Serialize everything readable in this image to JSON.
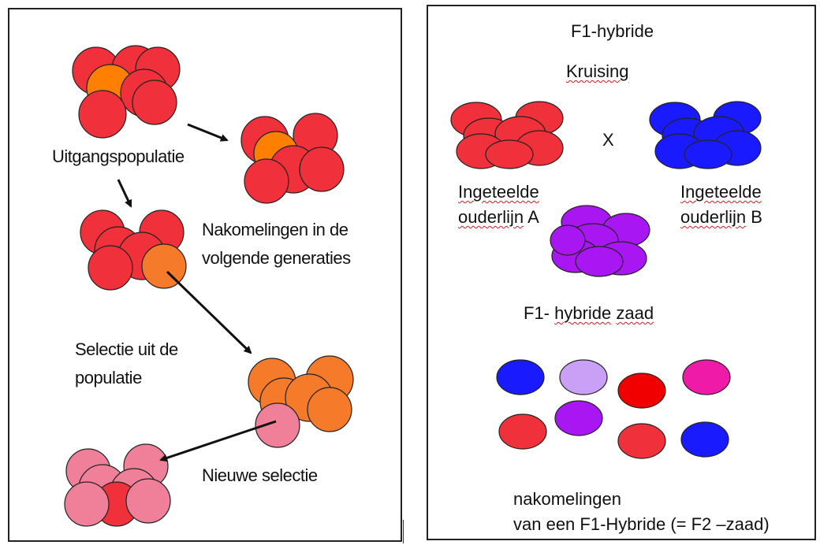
{
  "left": {
    "label_start": "Uitgangspopulatie",
    "label_offspring_1": "Nakomelingen in de",
    "label_offspring_2": "volgende generaties",
    "label_selection_1": "Selectie uit de",
    "label_selection_2": "populatie",
    "label_new_selection": "Nieuwe selectie"
  },
  "right": {
    "title": "F1-hybride",
    "crossing": "Kruising",
    "cross_symbol": "X",
    "parent_a_1": "Ingeteelde",
    "parent_a_2": "ouderlijn",
    "parent_a_3": "A",
    "parent_b_1": "Ingeteelde",
    "parent_b_2": "ouderlijn",
    "parent_b_3": "B",
    "seed_1": "F1-",
    "seed_2": "hybride",
    "seed_3": "zaad",
    "offspring_1": "nakomelingen",
    "offspring_2": "van een F1-Hybride (= F2 –zaad)"
  },
  "colors": {
    "red": "#f0303a",
    "orange_red": "#f57a2a",
    "orange": "#ff7f00",
    "pink": "#f07f9a",
    "blue": "#1a1aff",
    "purple": "#a817f2",
    "lilac": "#c9a0f5",
    "bright_red": "#f00000",
    "magenta": "#f01aa8"
  }
}
